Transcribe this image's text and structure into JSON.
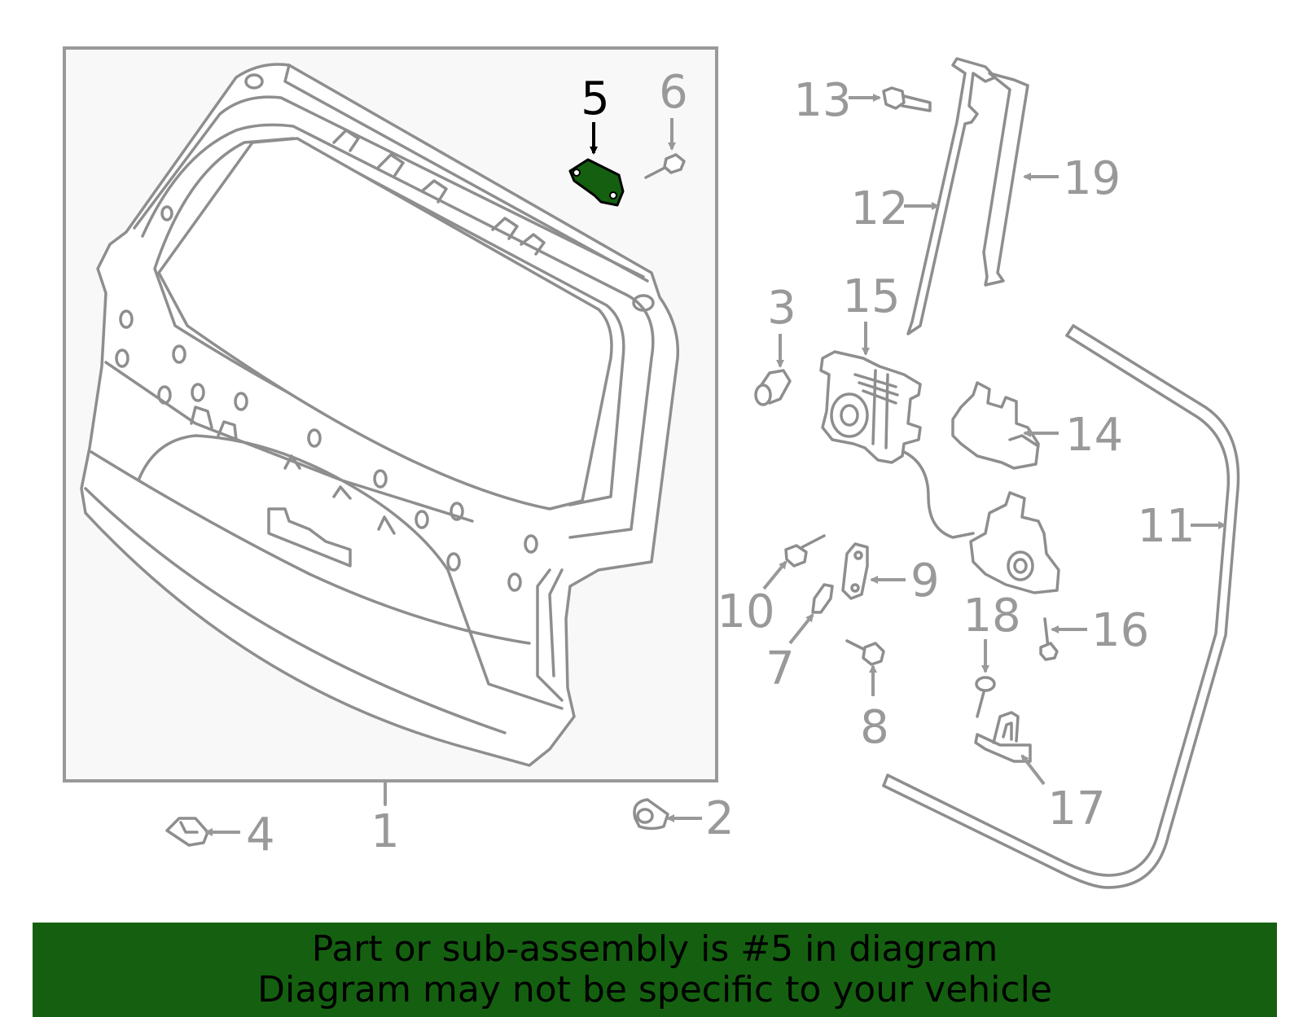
{
  "labels": {
    "p1": "1",
    "p2": "2",
    "p3": "3",
    "p4": "4",
    "p5": "5",
    "p6": "6",
    "p7": "7",
    "p8": "8",
    "p9": "9",
    "p10": "10",
    "p11": "11",
    "p12": "12",
    "p13": "13",
    "p14": "14",
    "p15": "15",
    "p16": "16",
    "p17": "17",
    "p18": "18",
    "p19": "19"
  },
  "highlight": {
    "part": "5",
    "color": "#146010"
  },
  "banner": {
    "line1": "Part or sub-assembly is #5 in diagram",
    "line2": "Diagram may not be specific to your vehicle",
    "color": "#146010"
  }
}
